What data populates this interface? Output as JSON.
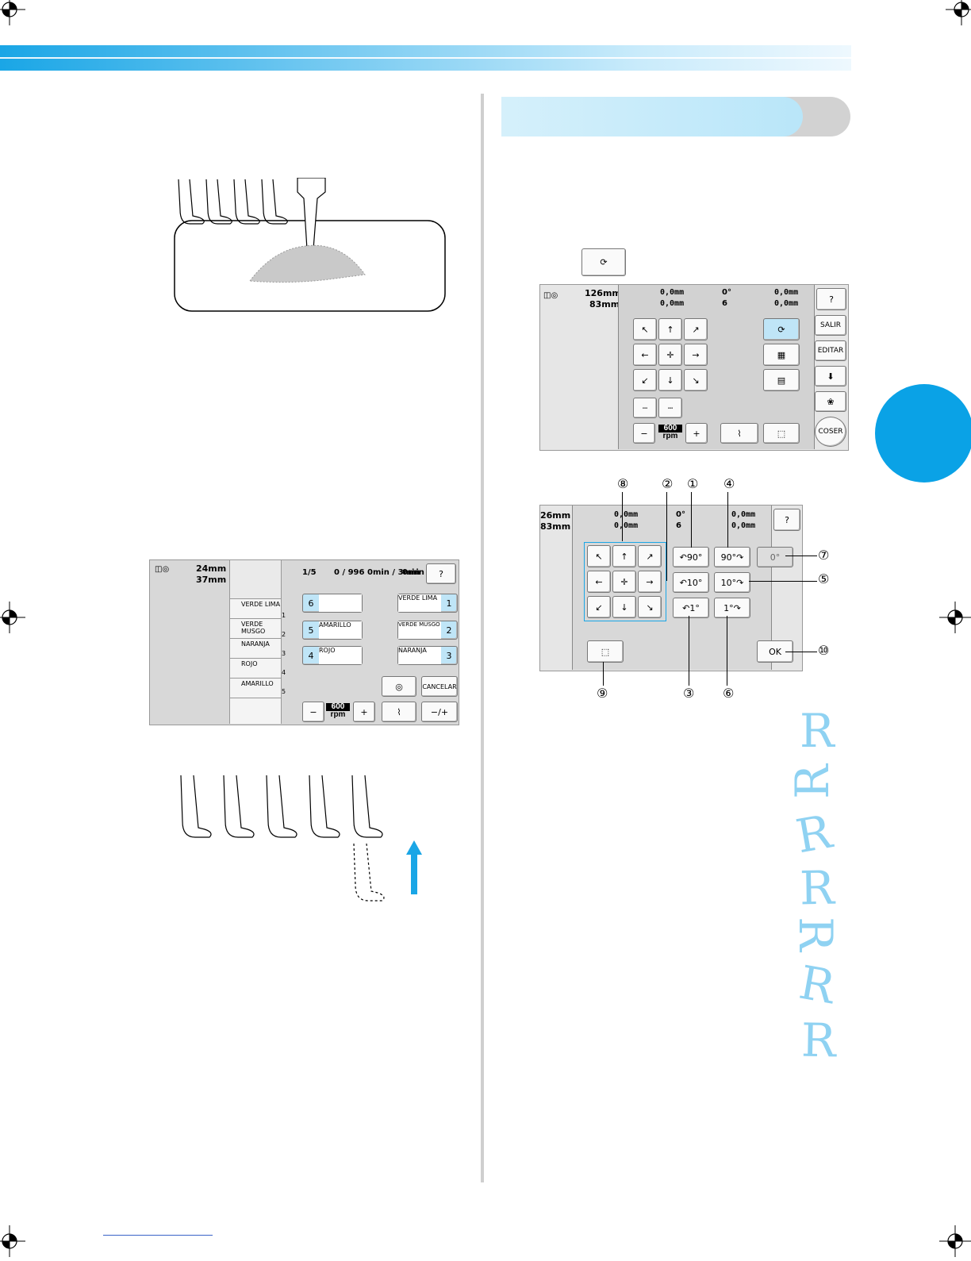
{
  "screens": {
    "thread_table": {
      "size_h": "24mm",
      "size_w": "37mm",
      "progress": {
        "color_count": "1",
        "color_total": "5",
        "stitch_current": "0",
        "stitch_total": "996",
        "time_current": "0min",
        "time_total": "3min",
        "time_remain": "0min"
      },
      "color_list": [
        {
          "name": "VERDE LIMA",
          "num": "1"
        },
        {
          "name": "VERDE MUSGO",
          "num": "2"
        },
        {
          "name": "NARANJA",
          "num": "3"
        },
        {
          "name": "ROJO",
          "num": "4"
        },
        {
          "name": "AMARILLO",
          "num": "5"
        }
      ],
      "spools_left": [
        {
          "num": "6",
          "name": ""
        },
        {
          "num": "5",
          "name": "AMARILLO"
        },
        {
          "num": "4",
          "name": "ROJO"
        }
      ],
      "spools_right": [
        {
          "num": "1",
          "name": "VERDE LIMA"
        },
        {
          "num": "2",
          "name": "VERDE MUSGO"
        },
        {
          "num": "3",
          "name": "NARANJA"
        }
      ],
      "cancel_label": "CANCELAR",
      "speed_value": "600",
      "speed_unit": "rpm",
      "minus_label": "−",
      "plus_label": "+",
      "needle_label": "−/+"
    },
    "edit_screen": {
      "size_h": "126mm",
      "size_w": "83mm",
      "offset_y": "0,0mm",
      "offset_x": "0,0mm",
      "angle": "0°",
      "color_count": "6",
      "density_a": "0,0mm",
      "density_b": "0,0mm",
      "side_buttons": [
        "SALIR",
        "EDITAR",
        "COSER"
      ],
      "speed_value": "600",
      "speed_unit": "rpm",
      "minus_label": "−",
      "plus_label": "+"
    },
    "rotate_screen": {
      "size_h": "26mm",
      "size_w": "83mm",
      "offset_y": "0,0mm",
      "offset_x": "0,0mm",
      "angle": "0°",
      "color_count": "6",
      "density_a": "0,0mm",
      "density_b": "0,0mm",
      "rot_left_90": "90°",
      "rot_right_90": "90°",
      "rot_left_10": "10°",
      "rot_right_10": "10°",
      "rot_left_1": "1°",
      "rot_right_1": "1°",
      "reset_label": "0°",
      "ok_label": "OK",
      "callouts": [
        "①",
        "②",
        "③",
        "④",
        "⑤",
        "⑥",
        "⑦",
        "⑧",
        "⑨",
        "⑩"
      ]
    }
  },
  "rotation_samples": [
    "R",
    "R",
    "R",
    "R",
    "R",
    "R",
    "R"
  ],
  "colors": {
    "accent": "#0aa2e6",
    "band_light": "#d5f0fb",
    "spool_blue": "#bfe5f7",
    "letter": "#8fd2f2"
  }
}
